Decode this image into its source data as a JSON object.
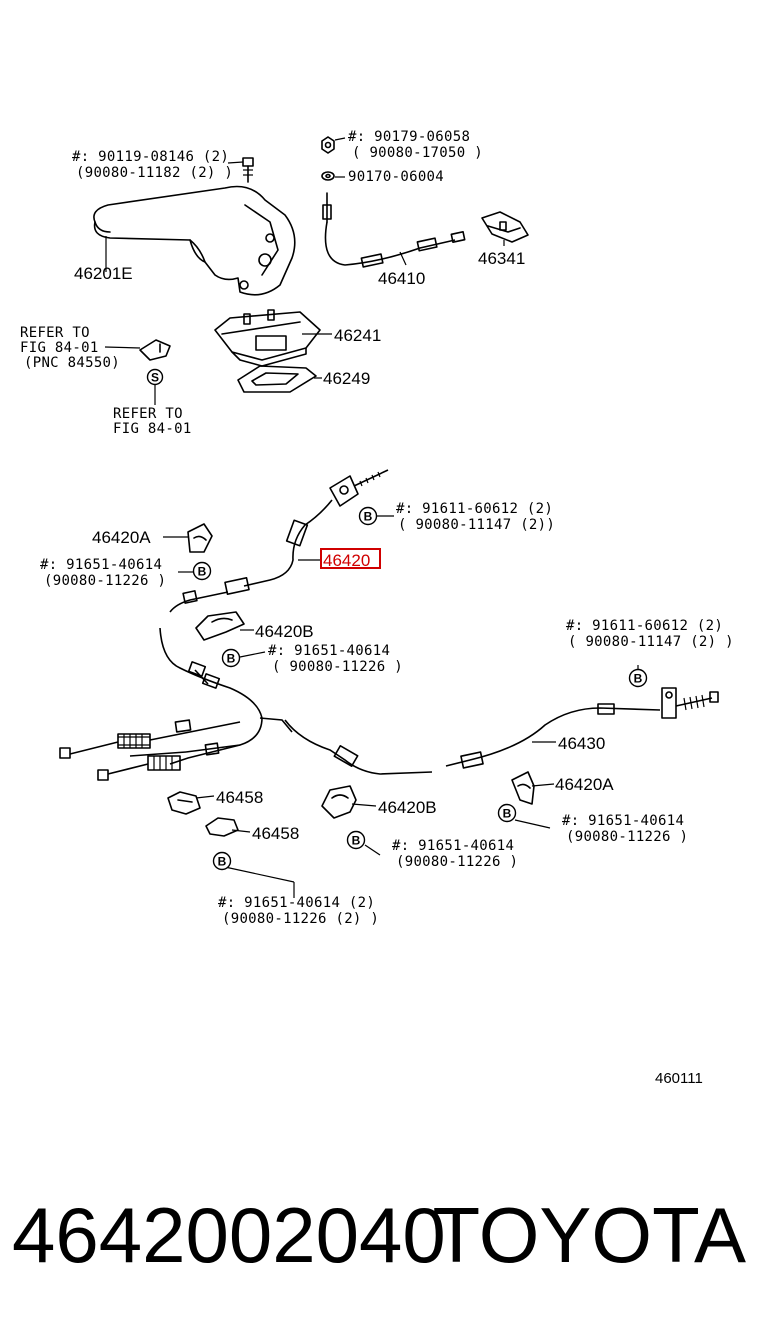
{
  "diagram": {
    "labels": {
      "bolt_ref": "#: 90119-08146 (2)",
      "bolt_ref_alt": "(90080-11182 (2) )",
      "nut_ref": "#: 90179-06058",
      "nut_ref_alt": "( 90080-17050 )",
      "washer_ref": "90170-06004",
      "refer_fig_1a": "REFER TO",
      "refer_fig_1b": "FIG 84-01",
      "refer_fig_1c": "(PNC 84550)",
      "refer_fig_2a": "REFER TO",
      "refer_fig_2b": "FIG 84-01",
      "clamp_ref_a": "#: 91611-60612 (2)",
      "clamp_ref_a_alt": "( 90080-11147 (2))",
      "clip_ref_left": "#: 91651-40614",
      "clip_ref_left_alt": "(90080-11226 )",
      "clip_ref_mid": "#: 91651-40614",
      "clip_ref_mid_alt": "( 90080-11226 )",
      "clamp_ref_b": "#: 91611-60612 (2)",
      "clamp_ref_b_alt": "( 90080-11147 (2) )",
      "clip_ref_right": "#: 91651-40614",
      "clip_ref_right_alt": "(90080-11226 )",
      "clip_ref_center": "#: 91651-40614",
      "clip_ref_center_alt": "(90080-11226 )",
      "clip_ref_bottom": "#: 91651-40614 (2)",
      "clip_ref_bottom_alt": "(90080-11226 (2) )",
      "figure_code": "460111"
    },
    "parts": {
      "p46201E": "46201E",
      "p46410": "46410",
      "p46341": "46341",
      "p46241": "46241",
      "p46249": "46249",
      "p46420A_left": "46420A",
      "p46420_highlighted": "46420",
      "p46420B_upper": "46420B",
      "p46430": "46430",
      "p46420A_right": "46420A",
      "p46458_a": "46458",
      "p46458_b": "46458",
      "p46420B_lower": "46420B"
    },
    "markers": {
      "b": "B",
      "s": "S"
    },
    "highlight_color": "#d00000"
  },
  "footer": {
    "part_number": "4642002040",
    "brand": "TOYOTA"
  }
}
